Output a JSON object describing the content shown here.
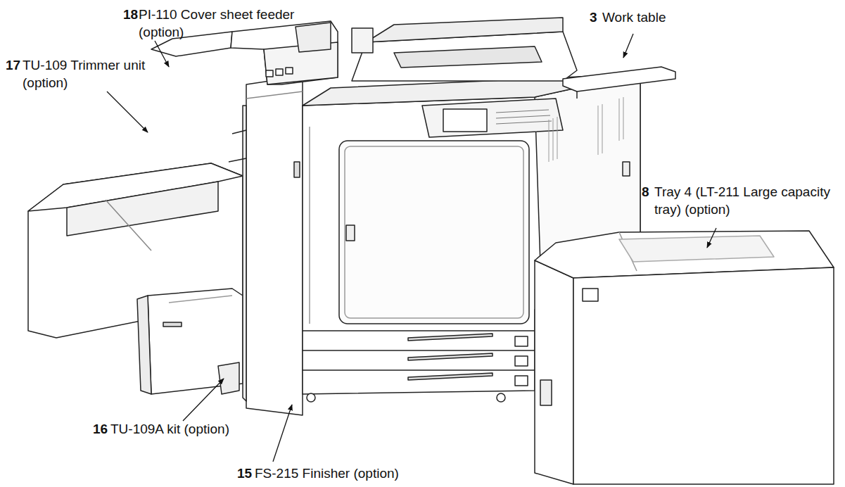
{
  "diagram": {
    "labels": [
      "18",
      "PI-110 Cover sheet feeder (option)",
      "3",
      "Work table",
      "17",
      "TU-109 Trimmer unit (option)",
      "8",
      "Tray 4 (LT-211 Large capacity tray) (option)",
      "16",
      "TU-109A kit (option)",
      "15",
      "FS-215 Finisher (option)"
    ]
  }
}
